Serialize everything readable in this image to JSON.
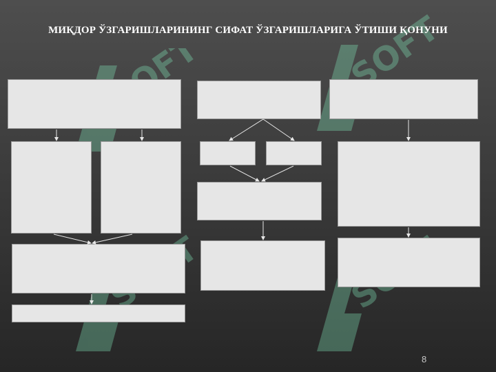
{
  "slide": {
    "title": "МИҚДОР ЎЗГАРИШЛАРИНИНГ СИФАТ ЎЗГАРИШЛАРИГА ЎТИШИ ҚОНУНИ",
    "page_number": "8"
  },
  "watermark": {
    "icon": "logo-watermark",
    "color": "#7fe0b4"
  },
  "colors": {
    "box_fill": "#e6e6e6",
    "arrow": "#e8e8e8"
  }
}
